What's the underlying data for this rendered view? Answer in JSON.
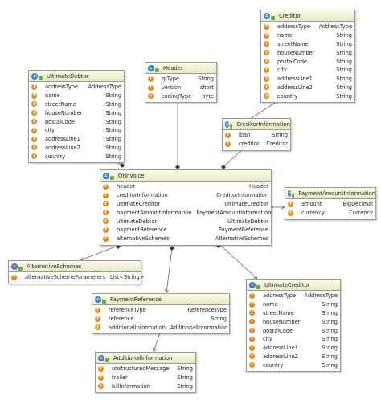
{
  "diagram": {
    "classes": [
      {
        "id": "creditor",
        "name": "Creditor",
        "x": 0,
        "fields": [
          {
            "name": "addressType",
            "type": "AddressType"
          },
          {
            "name": "name",
            "type": "String"
          },
          {
            "name": "streetName",
            "type": "String"
          },
          {
            "name": "houseNumber",
            "type": "String"
          },
          {
            "name": "postalCode",
            "type": "String"
          },
          {
            "name": "city",
            "type": "String"
          },
          {
            "name": "addressLine1",
            "type": "String"
          },
          {
            "name": "addressLine2",
            "type": "String"
          },
          {
            "name": "country",
            "type": "String"
          }
        ]
      },
      {
        "id": "ultimateDebtor",
        "name": "UltimateDebtor",
        "fields": [
          {
            "name": "addressType",
            "type": "AddressType"
          },
          {
            "name": "name",
            "type": "String"
          },
          {
            "name": "streetName",
            "type": "String"
          },
          {
            "name": "houseNumber",
            "type": "String"
          },
          {
            "name": "postalCode",
            "type": "String"
          },
          {
            "name": "city",
            "type": "String"
          },
          {
            "name": "addressLine1",
            "type": "String"
          },
          {
            "name": "addressLine2",
            "type": "String"
          },
          {
            "name": "country",
            "type": "String"
          }
        ]
      },
      {
        "id": "header",
        "name": "Header",
        "fields": [
          {
            "name": "qrType",
            "type": "String"
          },
          {
            "name": "version",
            "type": "short"
          },
          {
            "name": "codingType",
            "type": "byte"
          }
        ]
      },
      {
        "id": "creditorInformation",
        "name": "CreditorInformation",
        "fields": [
          {
            "name": "iban",
            "type": "String"
          },
          {
            "name": "creditor",
            "type": "Creditor"
          }
        ]
      },
      {
        "id": "qrInvoice",
        "name": "QrInvoice",
        "fields": [
          {
            "name": "header",
            "type": "Header"
          },
          {
            "name": "creditorInformation",
            "type": "CreditorInformation"
          },
          {
            "name": "ultimateCreditor",
            "type": "UltimateCreditor"
          },
          {
            "name": "paymentAmountInformation",
            "type": "PaymentAmountInformation"
          },
          {
            "name": "ultimateDebtor",
            "type": "UltimateDebtor"
          },
          {
            "name": "paymentReference",
            "type": "PaymentReference"
          },
          {
            "name": "alternativeSchemes",
            "type": "AlternativeSchemes"
          }
        ]
      },
      {
        "id": "paymentAmountInformation",
        "name": "PaymentAmountInformation",
        "fields": [
          {
            "name": "amount",
            "type": "BigDecimal"
          },
          {
            "name": "currency",
            "type": "Currency"
          }
        ]
      },
      {
        "id": "alternativeSchemes",
        "name": "AlternativeSchemes",
        "fields": [
          {
            "name": "alternativeSchemeParameters",
            "type": "List<String>"
          }
        ]
      },
      {
        "id": "paymentReference",
        "name": "PaymentReference",
        "fields": [
          {
            "name": "referenceType",
            "type": "ReferenceType"
          },
          {
            "name": "reference",
            "type": "String"
          },
          {
            "name": "additionalInformation",
            "type": "AdditionalInformation"
          }
        ]
      },
      {
        "id": "ultimateCreditor",
        "name": "UltimateCreditor",
        "fields": [
          {
            "name": "addressType",
            "type": "AddressType"
          },
          {
            "name": "name",
            "type": "String"
          },
          {
            "name": "streetName",
            "type": "String"
          },
          {
            "name": "houseNumber",
            "type": "String"
          },
          {
            "name": "postalCode",
            "type": "String"
          },
          {
            "name": "city",
            "type": "String"
          },
          {
            "name": "addressLine1",
            "type": "String"
          },
          {
            "name": "addressLine2",
            "type": "String"
          },
          {
            "name": "country",
            "type": "String"
          }
        ]
      },
      {
        "id": "additionalInformation",
        "name": "AdditionalInformation",
        "fields": [
          {
            "name": "unstructuredMessage",
            "type": "String"
          },
          {
            "name": "trailer",
            "type": "String"
          },
          {
            "name": "billInformation",
            "type": "String"
          }
        ]
      }
    ]
  }
}
